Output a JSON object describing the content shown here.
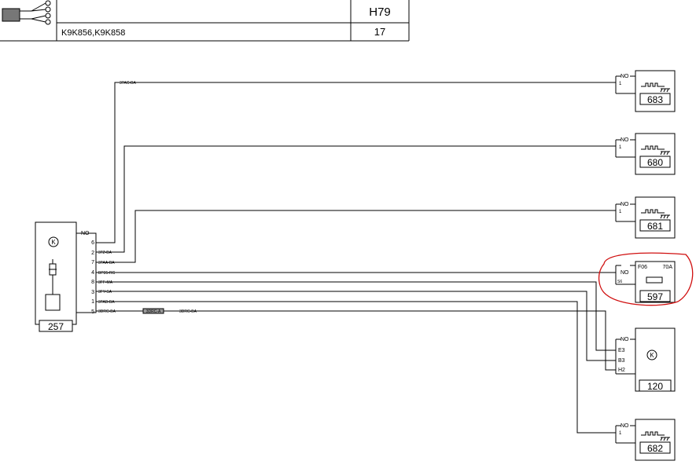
{
  "title_block": {
    "code": "H79",
    "variants": "K9K856,K9K858",
    "page": "17"
  },
  "components": {
    "c257": {
      "number": "257",
      "no_label": "NO",
      "pins": [
        "6",
        "2",
        "7",
        "4",
        "8",
        "3",
        "1",
        "5"
      ]
    },
    "c683": {
      "number": "683",
      "no_label": "NO",
      "pin": "1"
    },
    "c680": {
      "number": "680",
      "no_label": "NO",
      "pin": "1"
    },
    "c681": {
      "number": "681",
      "no_label": "NO",
      "pin": "1"
    },
    "c597": {
      "number": "597",
      "no_label": "NO",
      "pin": "S6",
      "fuse_id": "F06",
      "fuse_rating": "70A"
    },
    "c120": {
      "number": "120",
      "no_label": "NO",
      "pins": [
        "E3",
        "B3",
        "H2"
      ]
    },
    "c682": {
      "number": "682",
      "no_label": "NO",
      "pin": "1"
    }
  },
  "wires": {
    "w37ac": "37AC-BA",
    "w37z": "37Z-BA",
    "w37aa": "37AA-BA",
    "wbp35": "BP35-RG",
    "w3ff": "3FF-MA",
    "w3fy": "3FY-SA",
    "w37ab": "37AB-BA",
    "w3drc_a": "3DRC-BA",
    "w3drc_b": "3DRC-BA",
    "connector_tag": "3DRC-A"
  }
}
